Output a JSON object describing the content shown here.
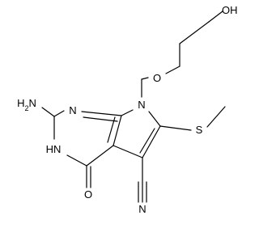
{
  "atoms": {
    "oh": "OH",
    "o_ether": "O",
    "n_ring": "N",
    "n_pyrimidine": "N",
    "nh2": "H2N",
    "hn": "HN",
    "o_carbonyl": "O",
    "s": "S",
    "n_nitrile": "N"
  }
}
